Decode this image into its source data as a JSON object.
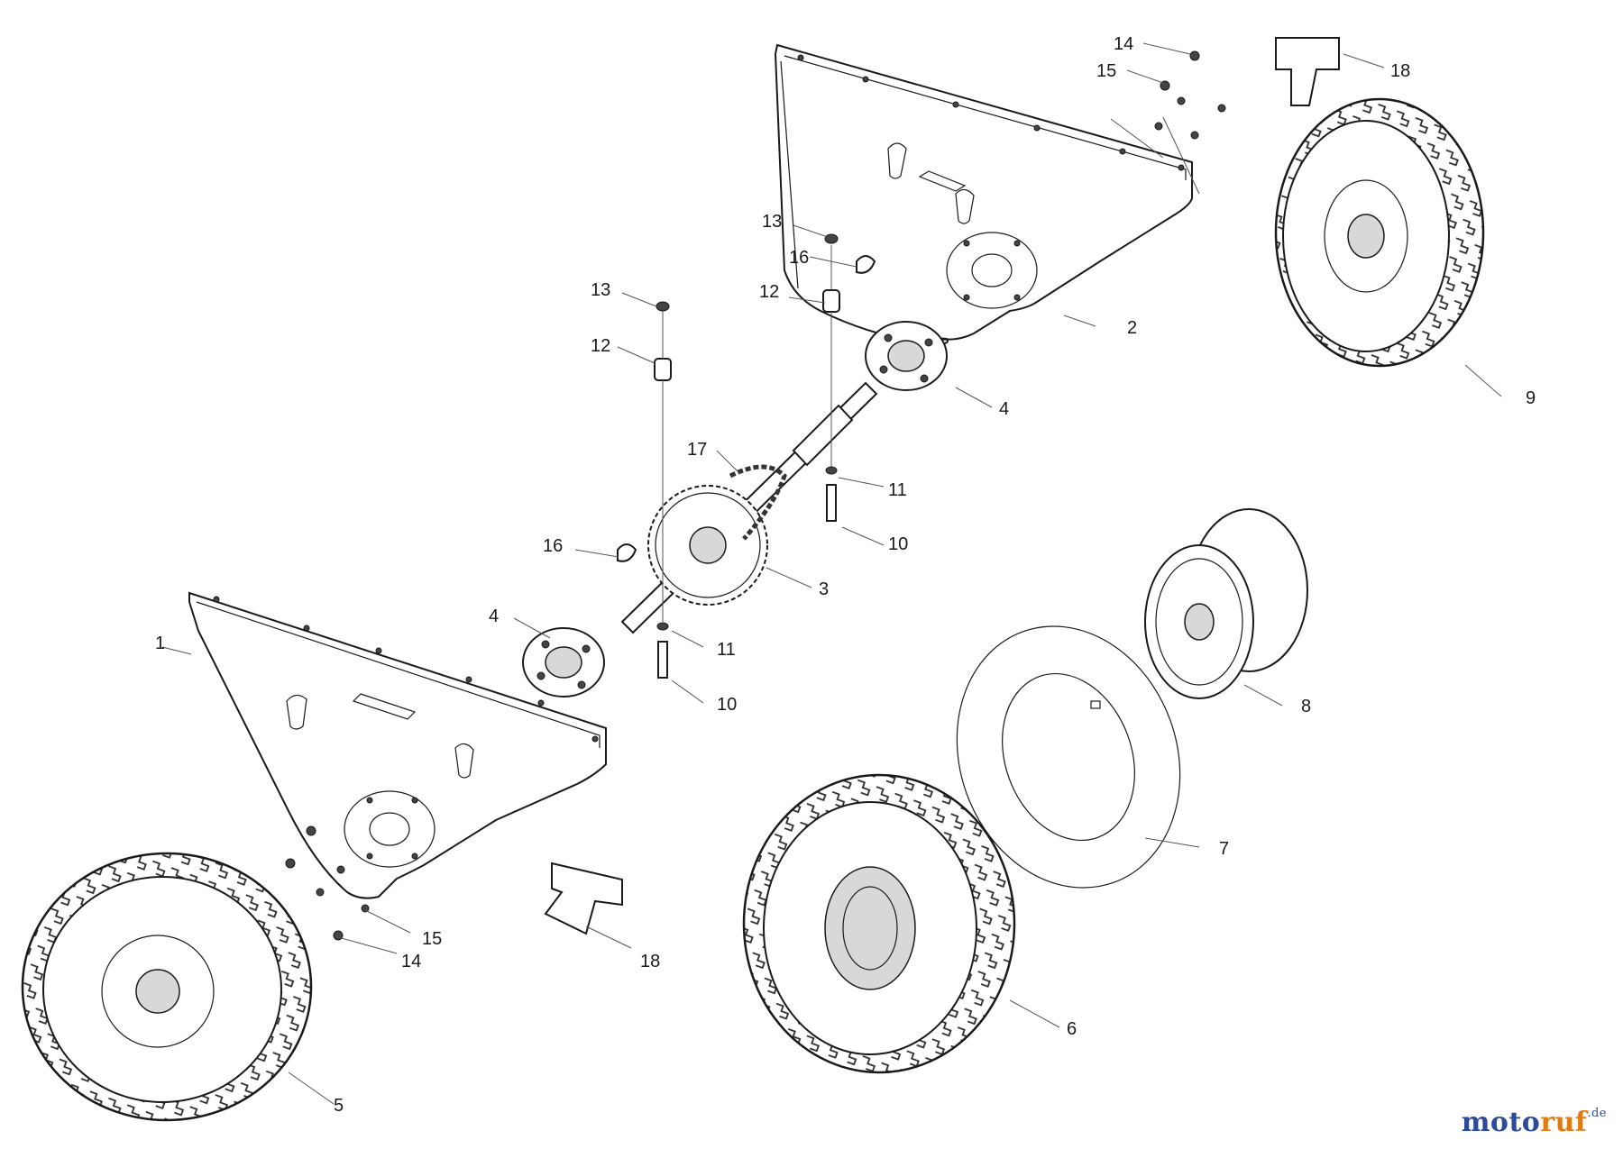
{
  "diagram": {
    "callouts": {
      "c1": "1",
      "c2": "2",
      "c3": "3",
      "c4a": "4",
      "c4b": "4",
      "c5": "5",
      "c6": "6",
      "c7": "7",
      "c8": "8",
      "c9": "9",
      "c10a": "10",
      "c10b": "10",
      "c11a": "11",
      "c11b": "11",
      "c12a": "12",
      "c12b": "12",
      "c13a": "13",
      "c13b": "13",
      "c14a": "14",
      "c14b": "14",
      "c15a": "15",
      "c15b": "15",
      "c16a": "16",
      "c16b": "16",
      "c17": "17",
      "c18a": "18",
      "c18b": "18"
    }
  },
  "brand": {
    "part1": "moto",
    "part2": "ruf",
    "part3": ".de"
  }
}
